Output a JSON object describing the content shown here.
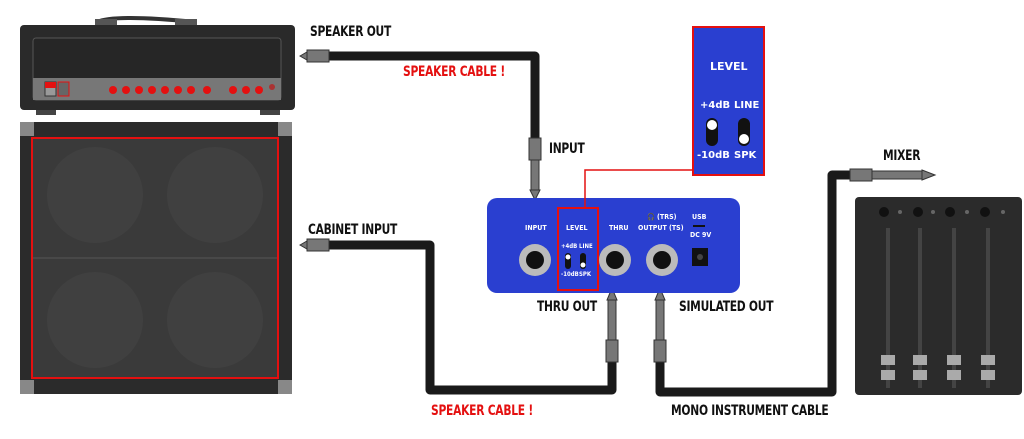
{
  "labels": {
    "speaker_out": "SPEAKER OUT",
    "speaker_cable_top": "SPEAKER CABLE !",
    "input": "INPUT",
    "cabinet_input": "CABINET INPUT",
    "thru_out": "THRU OUT",
    "simulated_out": "SIMULATED OUT",
    "speaker_cable_bottom": "SPEAKER CABLE !",
    "mono_instrument_cable": "MONO INSTRUMENT CABLE",
    "mixer": "MIXER"
  },
  "device": {
    "input": "INPUT",
    "level": "LEVEL",
    "plus4": "+4dB",
    "minus10": "-10dB",
    "line": "LINE",
    "spk": "SPK",
    "thru": "THRU",
    "trs": "🎧 (TRS)",
    "output": "OUTPUT (TS)",
    "usb": "USB",
    "dc": "DC 9V"
  },
  "callout": {
    "level": "LEVEL",
    "plus4": "+4dB",
    "minus10": "-10dB",
    "line": "LINE",
    "spk": "SPK"
  },
  "colors": {
    "device_blue": "#2a3fd0",
    "highlight_red": "#e41010",
    "cable": "#1a1a1a"
  }
}
